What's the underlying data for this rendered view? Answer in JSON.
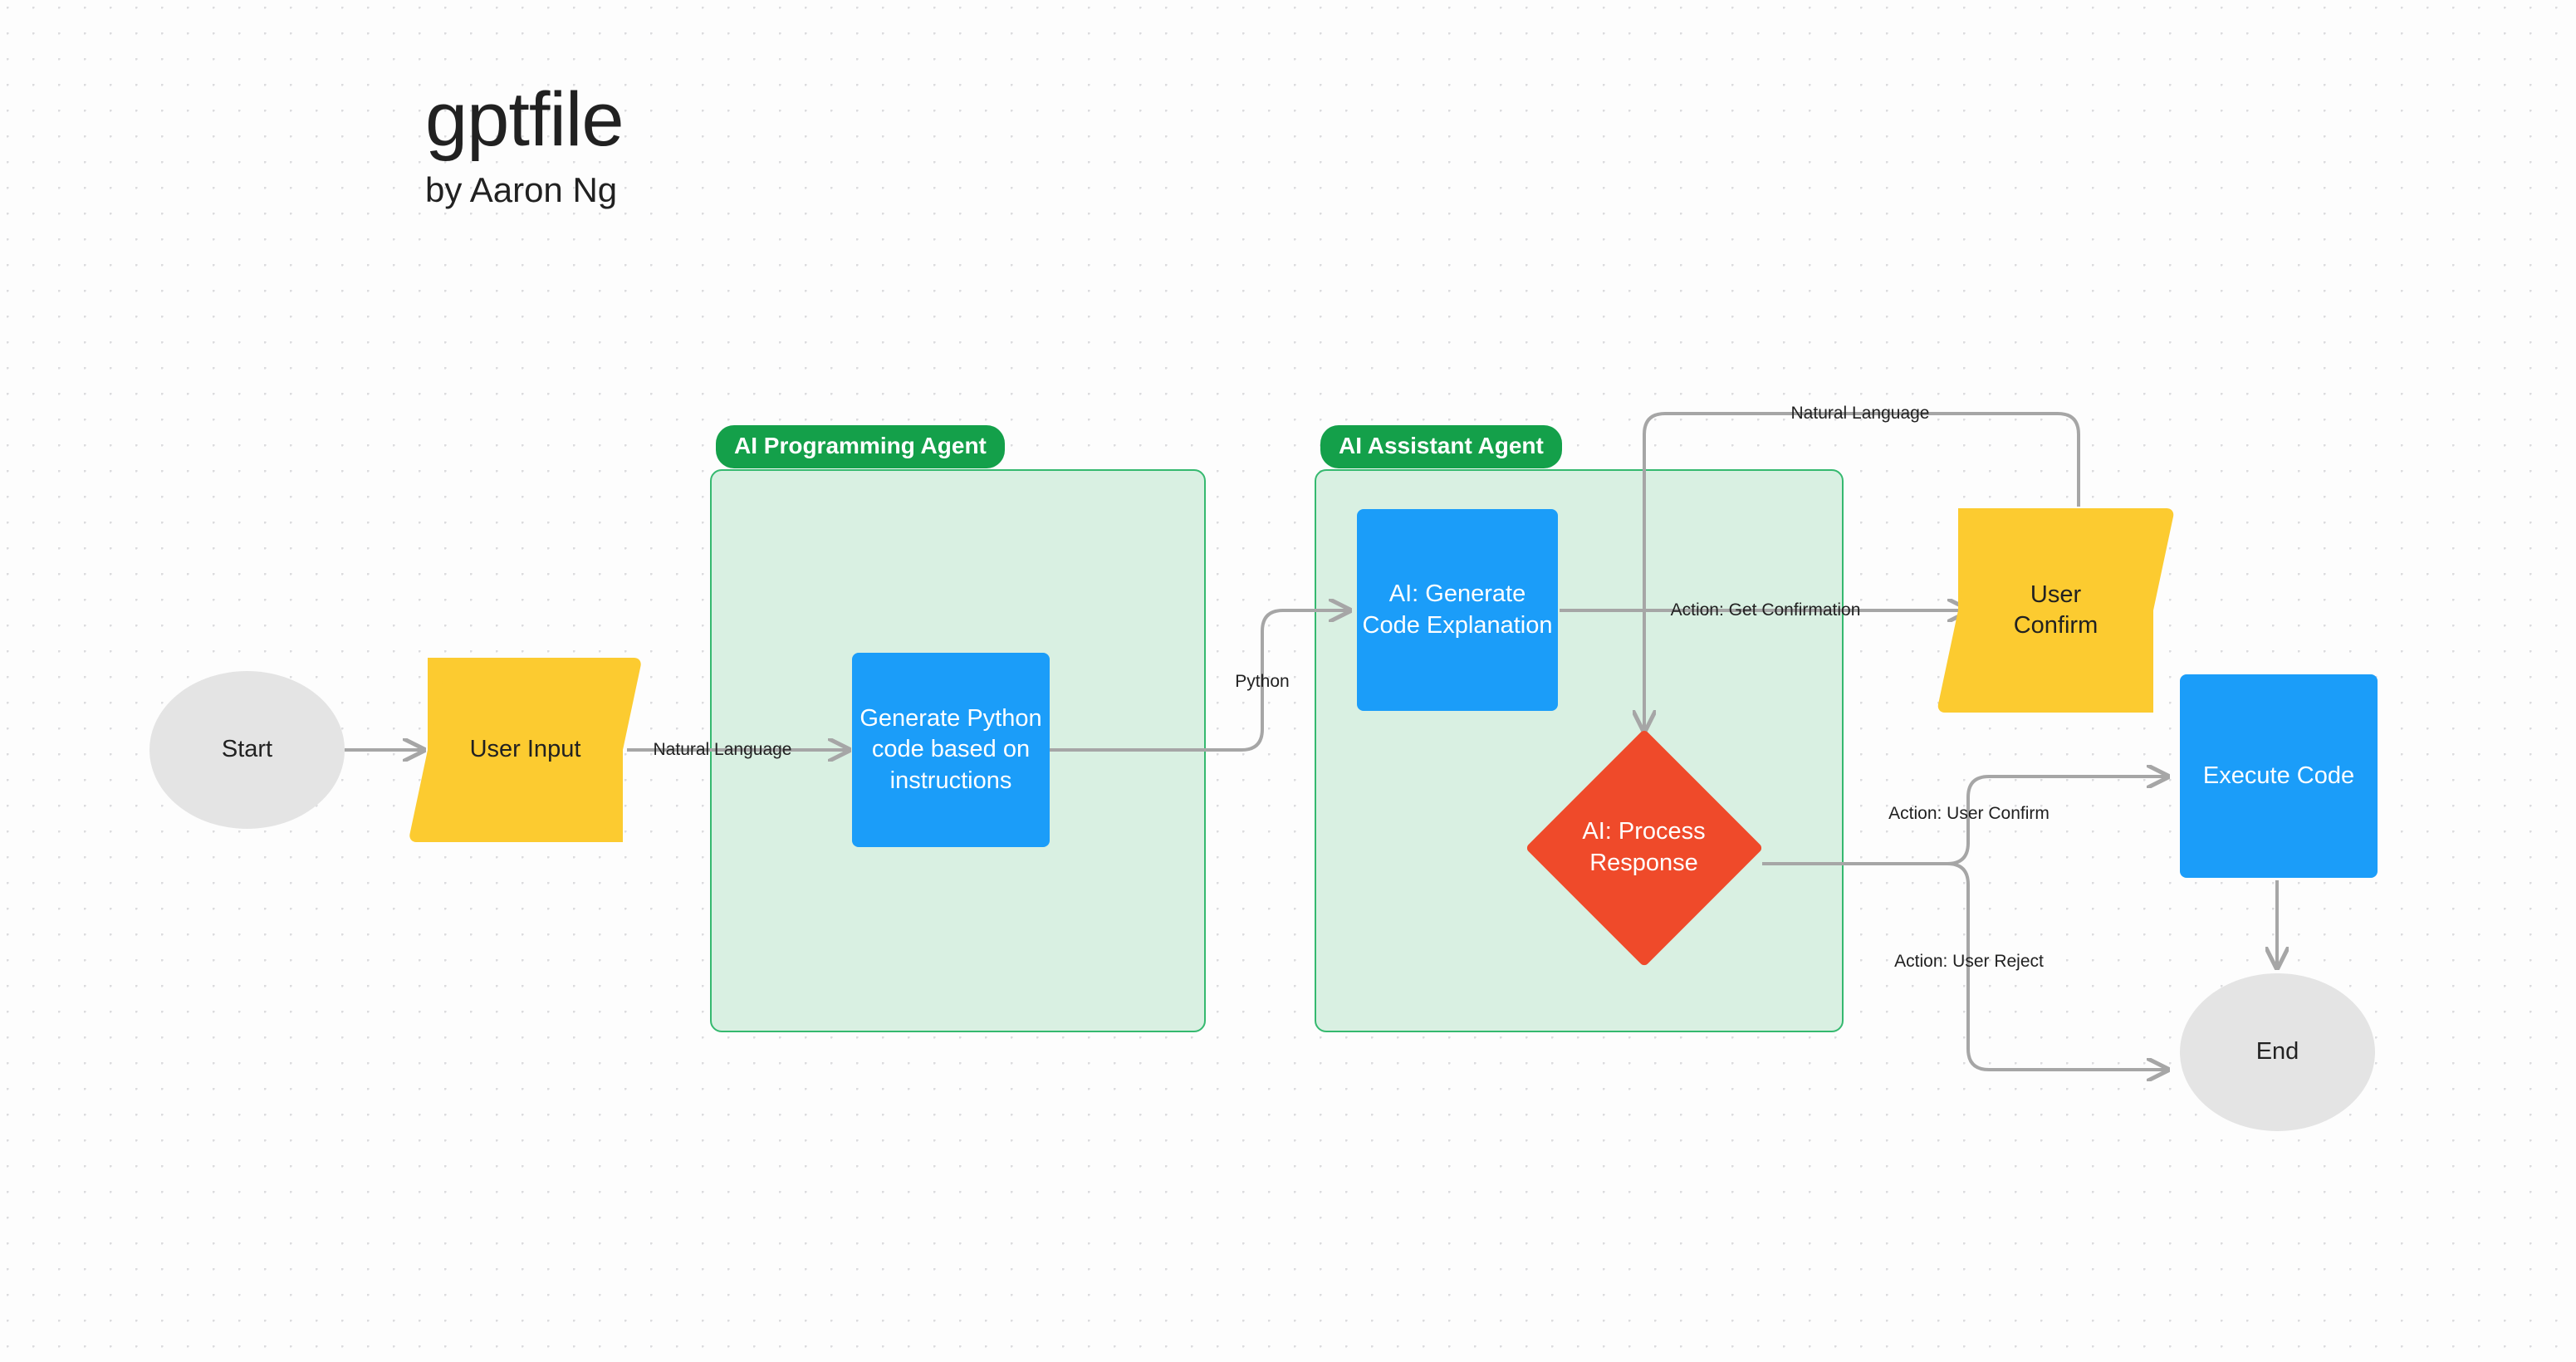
{
  "header": {
    "title": "gptfile",
    "subtitle": "by Aaron Ng"
  },
  "colors": {
    "background": "#fdfdfd",
    "dot_grid": "#dcdcde",
    "group_fill": "#d9f0e2",
    "group_border": "#35b96f",
    "group_badge": "#14a04a",
    "process_blue": "#1b9df9",
    "io_yellow": "#fccb30",
    "decision_red": "#ef4a2a",
    "terminal_gray": "#e4e4e4",
    "edge_gray": "#a6a6a6",
    "text_dark": "#212121",
    "text_light": "#ffffff"
  },
  "groups": [
    {
      "id": "programming-agent",
      "label": "AI Programming Agent"
    },
    {
      "id": "assistant-agent",
      "label": "AI Assistant Agent"
    }
  ],
  "nodes": {
    "start": {
      "label": "Start",
      "shape": "circle"
    },
    "user_input": {
      "label": "User Input",
      "shape": "parallelogram"
    },
    "generate_python": {
      "label": "Generate Python\ncode based on\ninstructions",
      "shape": "rectangle"
    },
    "generate_explanation": {
      "label": "AI: Generate\nCode Explanation",
      "shape": "rectangle"
    },
    "user_confirm": {
      "label": "User\nConfirm",
      "shape": "parallelogram"
    },
    "process_response": {
      "label": "AI: Process\nResponse",
      "shape": "diamond"
    },
    "execute_code": {
      "label": "Execute Code",
      "shape": "rectangle"
    },
    "end": {
      "label": "End",
      "shape": "circle"
    }
  },
  "edge_labels": {
    "start_to_input": "",
    "input_to_generate": "Natural Language",
    "generate_to_explanation": "Python",
    "explanation_to_confirm": "Action: Get Confirmation",
    "confirm_to_process": "Natural Language",
    "process_to_execute": "Action: User Confirm",
    "process_to_end": "Action: User Reject",
    "execute_to_end": ""
  },
  "chart_data": {
    "type": "flowchart",
    "title": "gptfile",
    "nodes": [
      {
        "id": "start",
        "label": "Start",
        "shape": "circle",
        "fill": "#e4e4e4",
        "group": null
      },
      {
        "id": "user_input",
        "label": "User Input",
        "shape": "parallelogram",
        "fill": "#fccb30",
        "group": null
      },
      {
        "id": "generate_python",
        "label": "Generate Python code based on instructions",
        "shape": "rectangle",
        "fill": "#1b9df9",
        "group": "programming-agent"
      },
      {
        "id": "generate_explanation",
        "label": "AI: Generate Code Explanation",
        "shape": "rectangle",
        "fill": "#1b9df9",
        "group": "assistant-agent"
      },
      {
        "id": "process_response",
        "label": "AI: Process Response",
        "shape": "diamond",
        "fill": "#ef4a2a",
        "group": "assistant-agent"
      },
      {
        "id": "user_confirm",
        "label": "User Confirm",
        "shape": "parallelogram",
        "fill": "#fccb30",
        "group": null
      },
      {
        "id": "execute_code",
        "label": "Execute Code",
        "shape": "rectangle",
        "fill": "#1b9df9",
        "group": null
      },
      {
        "id": "end",
        "label": "End",
        "shape": "circle",
        "fill": "#e4e4e4",
        "group": null
      }
    ],
    "edges": [
      {
        "from": "start",
        "to": "user_input",
        "label": ""
      },
      {
        "from": "user_input",
        "to": "generate_python",
        "label": "Natural Language"
      },
      {
        "from": "generate_python",
        "to": "generate_explanation",
        "label": "Python"
      },
      {
        "from": "generate_explanation",
        "to": "user_confirm",
        "label": "Action: Get Confirmation"
      },
      {
        "from": "user_confirm",
        "to": "process_response",
        "label": "Natural Language"
      },
      {
        "from": "process_response",
        "to": "execute_code",
        "label": "Action: User Confirm"
      },
      {
        "from": "process_response",
        "to": "end",
        "label": "Action: User Reject"
      },
      {
        "from": "execute_code",
        "to": "end",
        "label": ""
      }
    ]
  }
}
